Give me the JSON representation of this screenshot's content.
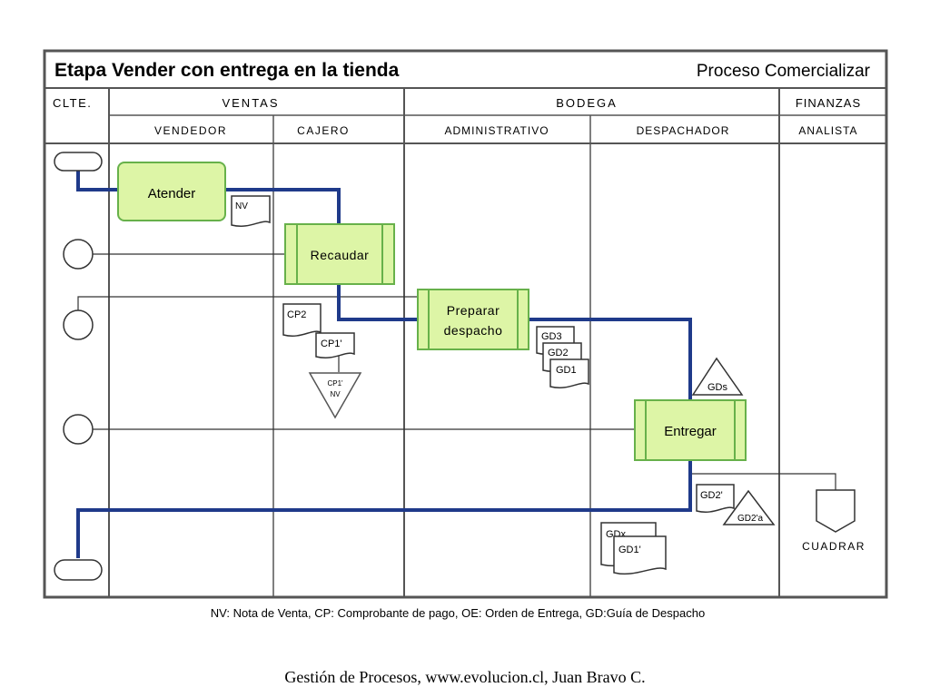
{
  "header": {
    "title": "Etapa Vender con entrega en la tienda",
    "process": "Proceso Comercializar"
  },
  "areas": {
    "clte": "CLTE.",
    "ventas": "VENTAS",
    "bodega": "BODEGA",
    "finanzas": "FINANZAS"
  },
  "roles": {
    "vendedor": "VENDEDOR",
    "cajero": "CAJERO",
    "administrativo": "ADMINISTRATIVO",
    "despachador": "DESPACHADOR",
    "analista": "ANALISTA"
  },
  "activities": {
    "atender": "Atender",
    "recaudar": "Recaudar",
    "preparar_1": "Preparar",
    "preparar_2": "despacho",
    "entregar": "Entregar",
    "cuadrar": "CUADRAR"
  },
  "documents": {
    "nv": "NV",
    "cp2": "CP2",
    "cp1": "CP1'",
    "cp1_nv_1": "CP1'",
    "cp1_nv_2": "NV",
    "gd3": "GD3",
    "gd2": "GD2",
    "gd1": "GD1",
    "gds": "GDs",
    "gd2b": "GD2'",
    "gd2a": "GD2'a",
    "gdx": "GDx",
    "gd1b": "GD1'"
  },
  "legend": "NV: Nota de Venta, CP: Comprobante de pago, OE: Orden de Entrega, GD:Guía de Despacho",
  "footer": "Gestión de Procesos, www.evolucion.cl, Juan Bravo C.",
  "colors": {
    "flow": "#1f3a8a",
    "activity_fill": "#ddf5a6",
    "activity_stroke": "#67b14a"
  }
}
